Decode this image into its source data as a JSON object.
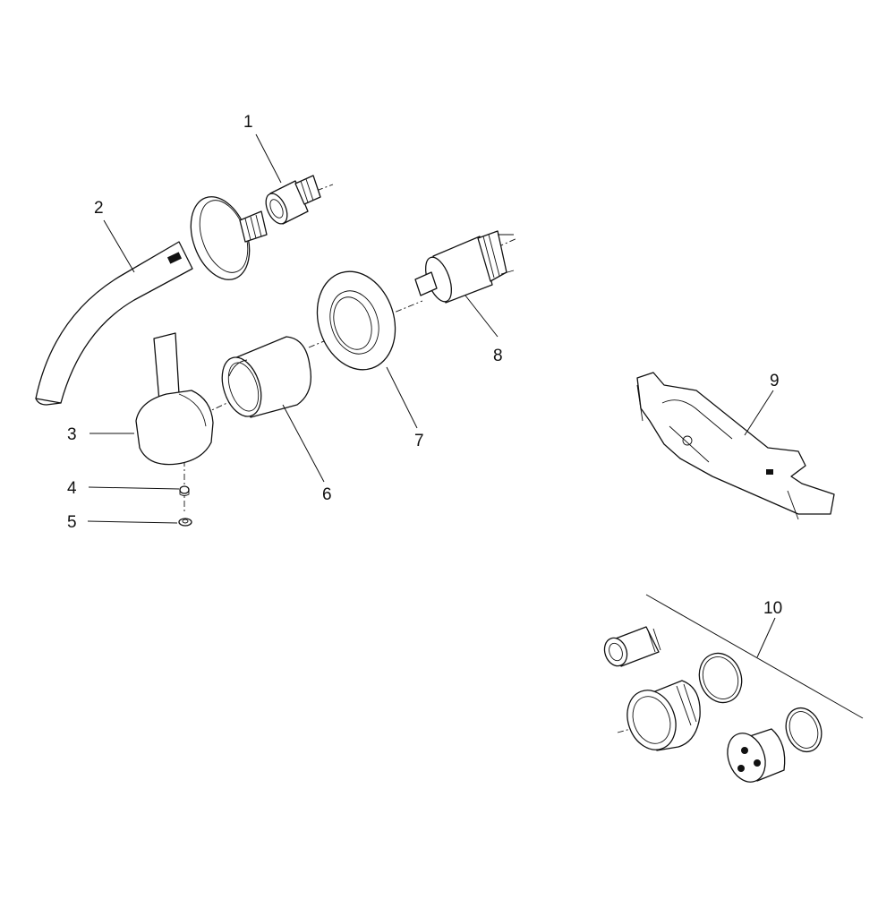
{
  "diagram": {
    "type": "exploded-parts-view",
    "callouts": [
      {
        "id": "1",
        "label": "1"
      },
      {
        "id": "2",
        "label": "2"
      },
      {
        "id": "3",
        "label": "3"
      },
      {
        "id": "4",
        "label": "4"
      },
      {
        "id": "5",
        "label": "5"
      },
      {
        "id": "6",
        "label": "6"
      },
      {
        "id": "7",
        "label": "7"
      },
      {
        "id": "8",
        "label": "8"
      },
      {
        "id": "9",
        "label": "9"
      },
      {
        "id": "10",
        "label": "10"
      }
    ]
  }
}
